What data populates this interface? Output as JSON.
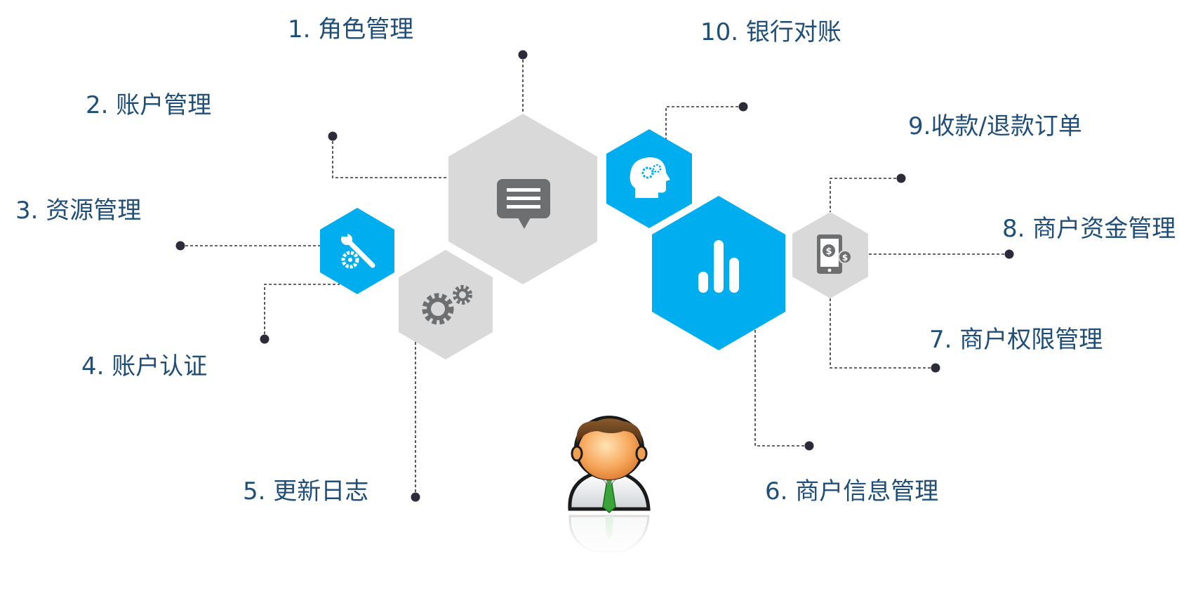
{
  "labels": {
    "l1": "1. 角色管理",
    "l2": "2. 账户管理",
    "l3": "3. 资源管理",
    "l4": "4. 账户认证",
    "l5": "5. 更新日志",
    "l6": "6. 商户信息管理",
    "l7": "7. 商户权限管理",
    "l8": "8. 商户资金管理",
    "l9": "9.收款/退款订单",
    "l10": "10. 银行对账"
  },
  "colors": {
    "label_text": "#1f4e79",
    "hex_gray": "#d9d9d9",
    "hex_blue": "#00aeef",
    "icon_gray": "#6d6e70",
    "connector": "#333333",
    "dot": "#2b2b3a"
  },
  "icons": {
    "chat": "message-icon",
    "gears": "gears-icon",
    "wrench": "wrench-gear-icon",
    "head": "thinking-head-icon",
    "bars": "bar-chart-icon",
    "phone": "mobile-payment-icon",
    "user": "businessman-avatar-icon"
  }
}
